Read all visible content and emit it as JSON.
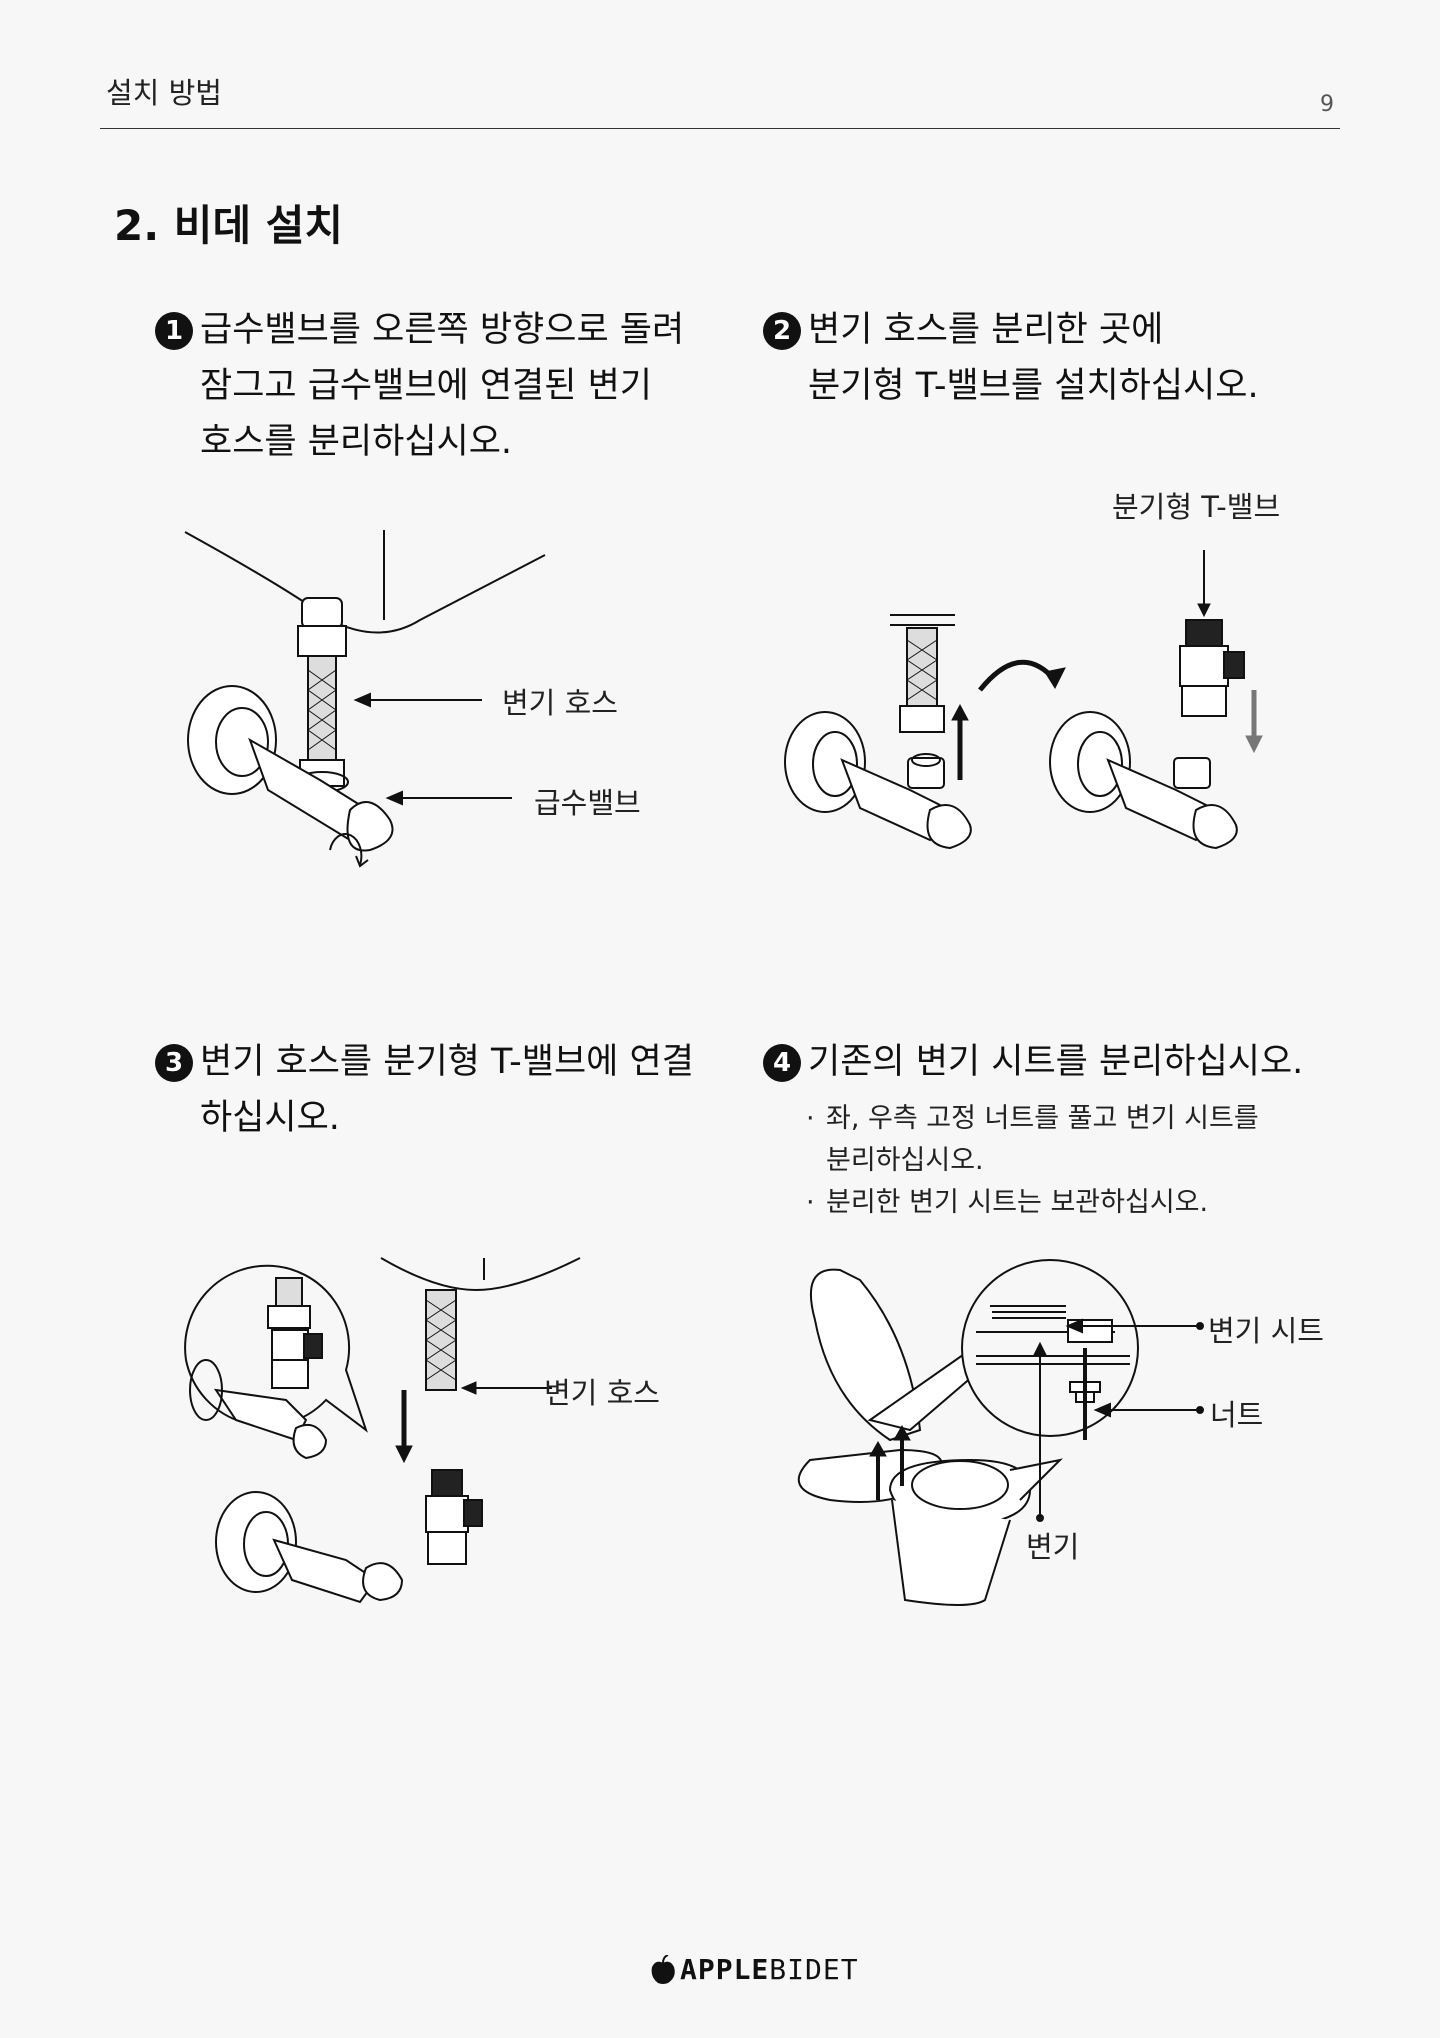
{
  "header": {
    "title": "설치 방법",
    "page": "9"
  },
  "section": {
    "title": "2. 비데 설치"
  },
  "steps": [
    {
      "num": "1",
      "lines": [
        "급수밸브를 오른쪽 방향으로 돌려",
        "잠그고 급수밸브에 연결된 변기",
        "호스를 분리하십시오."
      ]
    },
    {
      "num": "2",
      "lines": [
        "변기 호스를 분리한 곳에",
        "분기형 T-밸브를 설치하십시오."
      ]
    },
    {
      "num": "3",
      "lines": [
        "변기 호스를 분기형 T-밸브에 연결",
        "하십시오."
      ]
    },
    {
      "num": "4",
      "lines": [
        "기존의 변기 시트를 분리하십시오."
      ],
      "bullets": [
        "좌, 우측 고정 너트를 풀고 변기 시트를",
        "분리하십시오.",
        "분리한 변기 시트는 보관하십시오."
      ]
    }
  ],
  "labels": {
    "fig1_hose": "변기 호스",
    "fig1_valve": "급수밸브",
    "fig2_tvalve": "분기형 T-밸브",
    "fig3_hose": "변기 호스",
    "fig4_seat": "변기 시트",
    "fig4_nut": "너트",
    "fig4_toilet": "변기"
  },
  "brand": {
    "mark": "APPLE",
    "suffix": "BIDET"
  }
}
